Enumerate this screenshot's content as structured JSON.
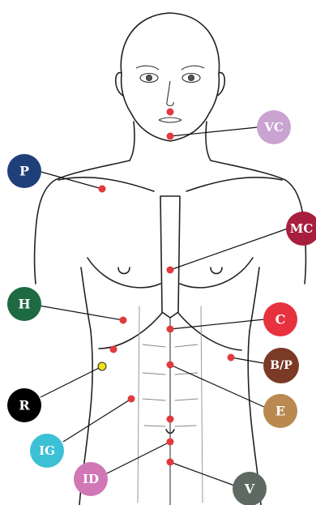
{
  "figure": {
    "subject": "front-torso-acupoint-chart",
    "line_color": "#222222",
    "point_color": "#e03a3e",
    "highlight_point_color": "#f2e21a"
  },
  "badges": [
    {
      "id": "vc",
      "label": "VC",
      "color": "#c9a3d1"
    },
    {
      "id": "p",
      "label": "P",
      "color": "#1f3f7a"
    },
    {
      "id": "mc",
      "label": "MC",
      "color": "#a81e3d"
    },
    {
      "id": "h",
      "label": "H",
      "color": "#1e6a42"
    },
    {
      "id": "c",
      "label": "C",
      "color": "#e8313f"
    },
    {
      "id": "bp",
      "label": "B/P",
      "color": "#7a3a26"
    },
    {
      "id": "r",
      "label": "R",
      "color": "#000000"
    },
    {
      "id": "e",
      "label": "E",
      "color": "#b9894f"
    },
    {
      "id": "ig",
      "label": "IG",
      "color": "#3cc0d6"
    },
    {
      "id": "id",
      "label": "ID",
      "color": "#d177b5"
    },
    {
      "id": "v",
      "label": "V",
      "color": "#5e6a61"
    }
  ]
}
